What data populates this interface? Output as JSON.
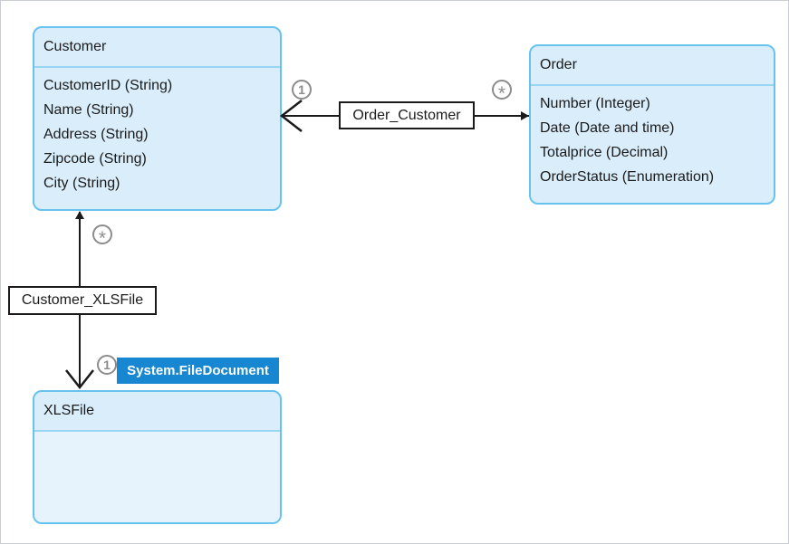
{
  "model": {
    "entities": [
      {
        "name": "Customer",
        "attributes": [
          "CustomerID (String)",
          "Name (String)",
          "Address (String)",
          "Zipcode (String)",
          "City (String)"
        ]
      },
      {
        "name": "Order",
        "attributes": [
          "Number (Integer)",
          "Date (Date and time)",
          "Totalprice (Decimal)",
          "OrderStatus (Enumeration)"
        ]
      },
      {
        "name": "XLSFile",
        "attributes": [],
        "generalization": "System.FileDocument"
      }
    ],
    "associations": [
      {
        "label": "Order_Customer",
        "from_entity": "Order",
        "to_entity": "Customer",
        "from_multiplicity": "*",
        "to_multiplicity": "1"
      },
      {
        "label": "Customer_XLSFile",
        "from_entity": "Customer",
        "to_entity": "XLSFile",
        "from_multiplicity": "*",
        "to_multiplicity": "1"
      }
    ],
    "icons": {
      "to_one_end": "open-arrowhead",
      "from_many_end": "filled-arrowhead"
    },
    "colors": {
      "entity_border": "#67c3ee",
      "entity_fill": "#d9edfa",
      "entity_divider": "#9ad5f2",
      "generalization_badge_bg": "#1787d2",
      "association_line": "#1a1a1a",
      "multiplicity_gray": "#8c8c8c",
      "canvas_bg": "#ffffff"
    }
  }
}
